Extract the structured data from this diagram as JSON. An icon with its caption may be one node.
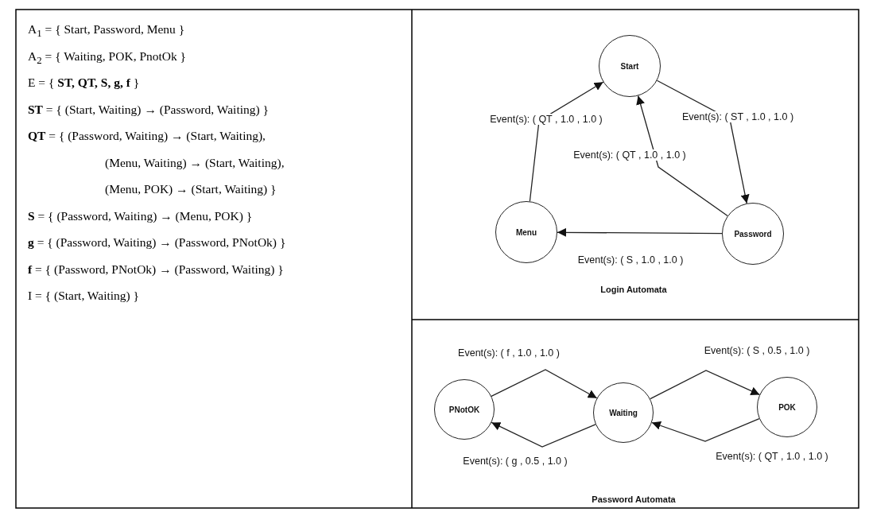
{
  "diagram": {
    "nodes": [
      {
        "text": [
          "Start"
        ]
      },
      {
        "text": [
          "Menu"
        ]
      },
      {
        "text": [
          "Password"
        ]
      },
      {
        "text": [
          "PNotOK"
        ]
      },
      {
        "text": [
          "Waiting"
        ]
      },
      {
        "text": [
          "POK"
        ]
      }
    ],
    "edges": [
      {
        "from": 1,
        "to": 0,
        "arrow": "to",
        "label": "Event(s): ( QT , 1.0 , 1.0 )"
      },
      {
        "from": 0,
        "to": 2,
        "arrow": "to",
        "label": "Event(s): ( ST , 1.0 , 1.0 )"
      },
      {
        "from": 2,
        "to": 0,
        "arrow": "to",
        "label": "Event(s): ( QT , 1.0 , 1.0 )"
      },
      {
        "from": 2,
        "to": 1,
        "arrow": "to",
        "label": "Event(s): ( S , 1.0 , 1.0 )"
      },
      {
        "from": 3,
        "to": 4,
        "arrow": "to",
        "label": "Event(s): ( f , 1.0 , 1.0 )"
      },
      {
        "from": 4,
        "to": 5,
        "arrow": "to",
        "label": "Event(s): ( S , 0.5 , 1.0 )"
      },
      {
        "from": 4,
        "to": 3,
        "arrow": "to",
        "label": "Event(s): ( g , 0.5 , 1.0 )"
      },
      {
        "from": 5,
        "to": 4,
        "arrow": "to",
        "label": "Event(s): ( QT , 1.0 , 1.0 )"
      }
    ],
    "labels": [
      "A$_{1}$ = { Start, Password, Menu }",
      "A$_{2}$ = { Waiting, POK, PnotOk }",
      "E = { **ST, QT, S, g, f** }",
      "**ST** = { (Start, Waiting) → (Password, Waiting) }",
      "**QT** = { (Password, Waiting) → (Start, Waiting),",
      "(Menu, Waiting) → (Start, Waiting),",
      "(Menu, POK) → (Start, Waiting) }",
      "**S** = { (Password, Waiting) → (Menu, POK) }",
      "**g** = { (Password, Waiting) → (Password, PNotOk) }",
      "**f** = { (Password, PNotOk) → (Password, Waiting) }",
      "I = { (Start, Waiting) }",
      "Login Automata",
      "Password Automata"
    ]
  }
}
